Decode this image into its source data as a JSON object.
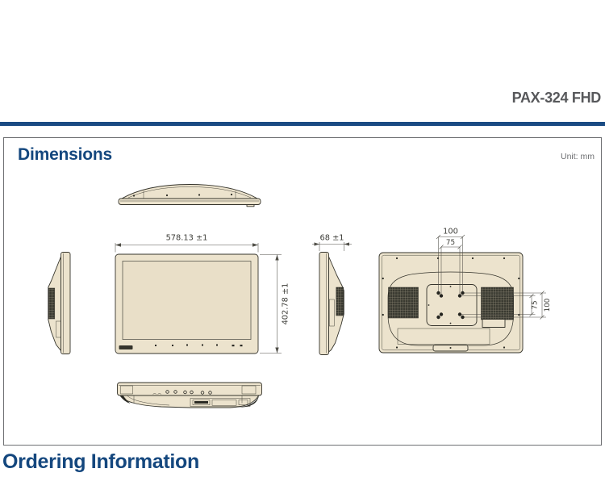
{
  "header": {
    "product_title": "PAX-324 FHD"
  },
  "dimensions_section": {
    "title": "Dimensions",
    "unit_label": "Unit: mm"
  },
  "dimension_labels": {
    "front_width": "578.13 ±1",
    "front_height": "402.78 ±1",
    "side_depth": "68 ±1",
    "vesa_horizontal_outer": "100",
    "vesa_horizontal_inner": "75",
    "vesa_vertical_inner": "75",
    "vesa_vertical_outer": "100"
  },
  "ordering_section": {
    "title": "Ordering Information"
  },
  "colors": {
    "accent_navy": "#14477e",
    "header_rule_navy": "#1a4b83",
    "product_title_gray": "#57585b",
    "drawing_fill_beige": "#ece3cd",
    "drawing_line": "#35342c",
    "unit_label_gray": "#6d6e71"
  }
}
